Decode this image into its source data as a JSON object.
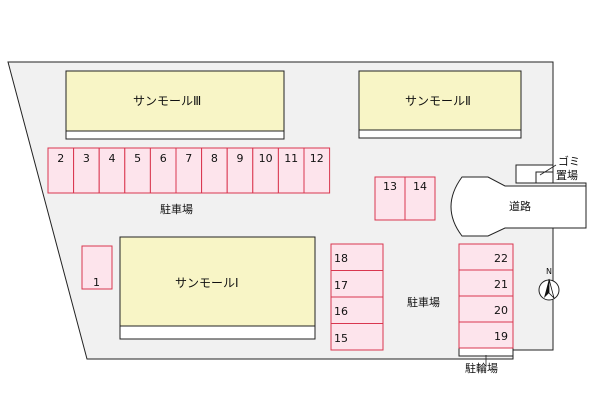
{
  "buildings": {
    "b3": "サンモールⅢ",
    "b2": "サンモールⅡ",
    "b1": "サンモールⅠ"
  },
  "labels": {
    "parking_top": "駐車場",
    "parking_right": "駐車場",
    "road": "道路",
    "garbage_line1": "ゴミ",
    "garbage_line2": "置場",
    "bicycle": "駐輪場",
    "north": "N"
  },
  "slots": {
    "top_row": [
      "2",
      "3",
      "4",
      "5",
      "6",
      "7",
      "8",
      "9",
      "10",
      "11",
      "12"
    ],
    "middle_pair": [
      "13",
      "14"
    ],
    "left_single": "1",
    "center_col": [
      "18",
      "17",
      "16",
      "15"
    ],
    "right_col": [
      "22",
      "21",
      "20",
      "19"
    ]
  },
  "colors": {
    "lot": "#f1f1f1",
    "building": "#f8f5c6",
    "slot_fill": "#fde4ec",
    "slot_stroke": "#d9364f"
  }
}
